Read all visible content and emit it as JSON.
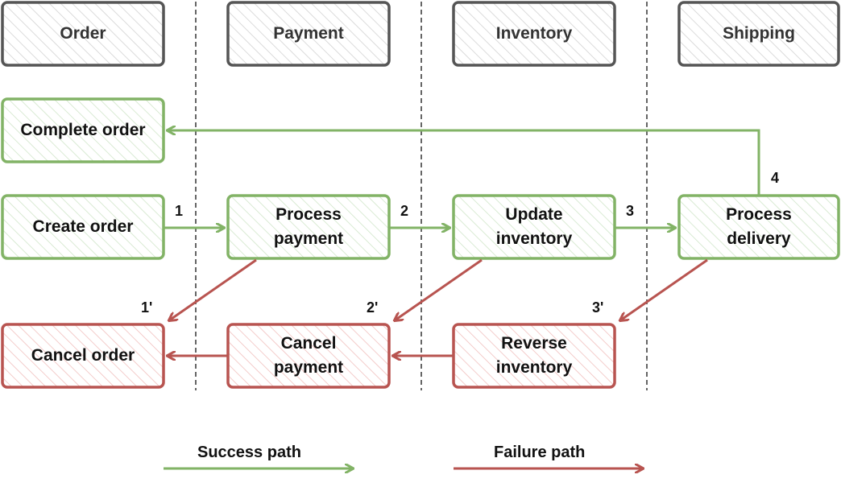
{
  "lanes": [
    "Order",
    "Payment",
    "Inventory",
    "Shipping"
  ],
  "steps": {
    "complete_order": "Complete order",
    "create_order": "Create order",
    "process_payment": [
      "Process",
      "payment"
    ],
    "update_inventory": [
      "Update",
      "inventory"
    ],
    "process_delivery": [
      "Process",
      "delivery"
    ],
    "cancel_order": "Cancel order",
    "cancel_payment": [
      "Cancel",
      "payment"
    ],
    "reverse_inventory": [
      "Reverse",
      "inventory"
    ]
  },
  "step_numbers": {
    "s1": "1",
    "s2": "2",
    "s3": "3",
    "s4": "4",
    "f1": "1'",
    "f2": "2'",
    "f3": "3'"
  },
  "legend": {
    "success": "Success path",
    "failure": "Failure path"
  },
  "colors": {
    "success_stroke": "#82b366",
    "success_fill": "#d5e8d4",
    "failure_stroke": "#b85450",
    "failure_fill": "#f8cecc",
    "lane_stroke": "#555555",
    "lane_fill": "#e6e6e6"
  }
}
